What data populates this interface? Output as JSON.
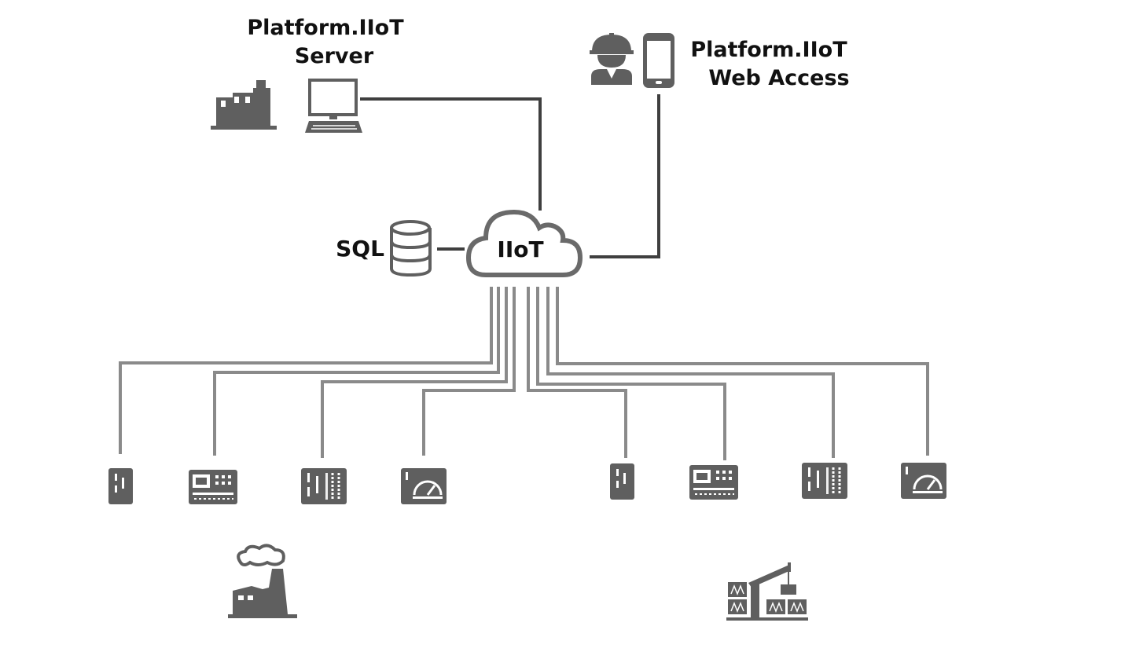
{
  "labels": {
    "server_line1": "Platform.IIoT",
    "server_line2": "Server",
    "web_line1": "Platform.IIoT",
    "web_line2": "Web Access",
    "sql": "SQL",
    "cloud": "IIoT"
  },
  "icons": {
    "factory_building": "factory-building-icon",
    "server_computer": "desktop-computer-icon",
    "worker": "worker-hardhat-icon",
    "smartphone": "smartphone-icon",
    "database": "database-icon",
    "cloud": "cloud-icon",
    "device_small": "io-module-icon",
    "device_panel": "control-panel-icon",
    "device_plc": "plc-rack-icon",
    "device_meter": "gauge-meter-icon",
    "factory_site": "factory-smokestack-icon",
    "port_site": "port-crane-containers-icon"
  },
  "colors": {
    "icon_dark": "#5f5f5f",
    "connector": "#8a8a8a",
    "line_dark": "#3f3f3f",
    "text": "#111111"
  }
}
